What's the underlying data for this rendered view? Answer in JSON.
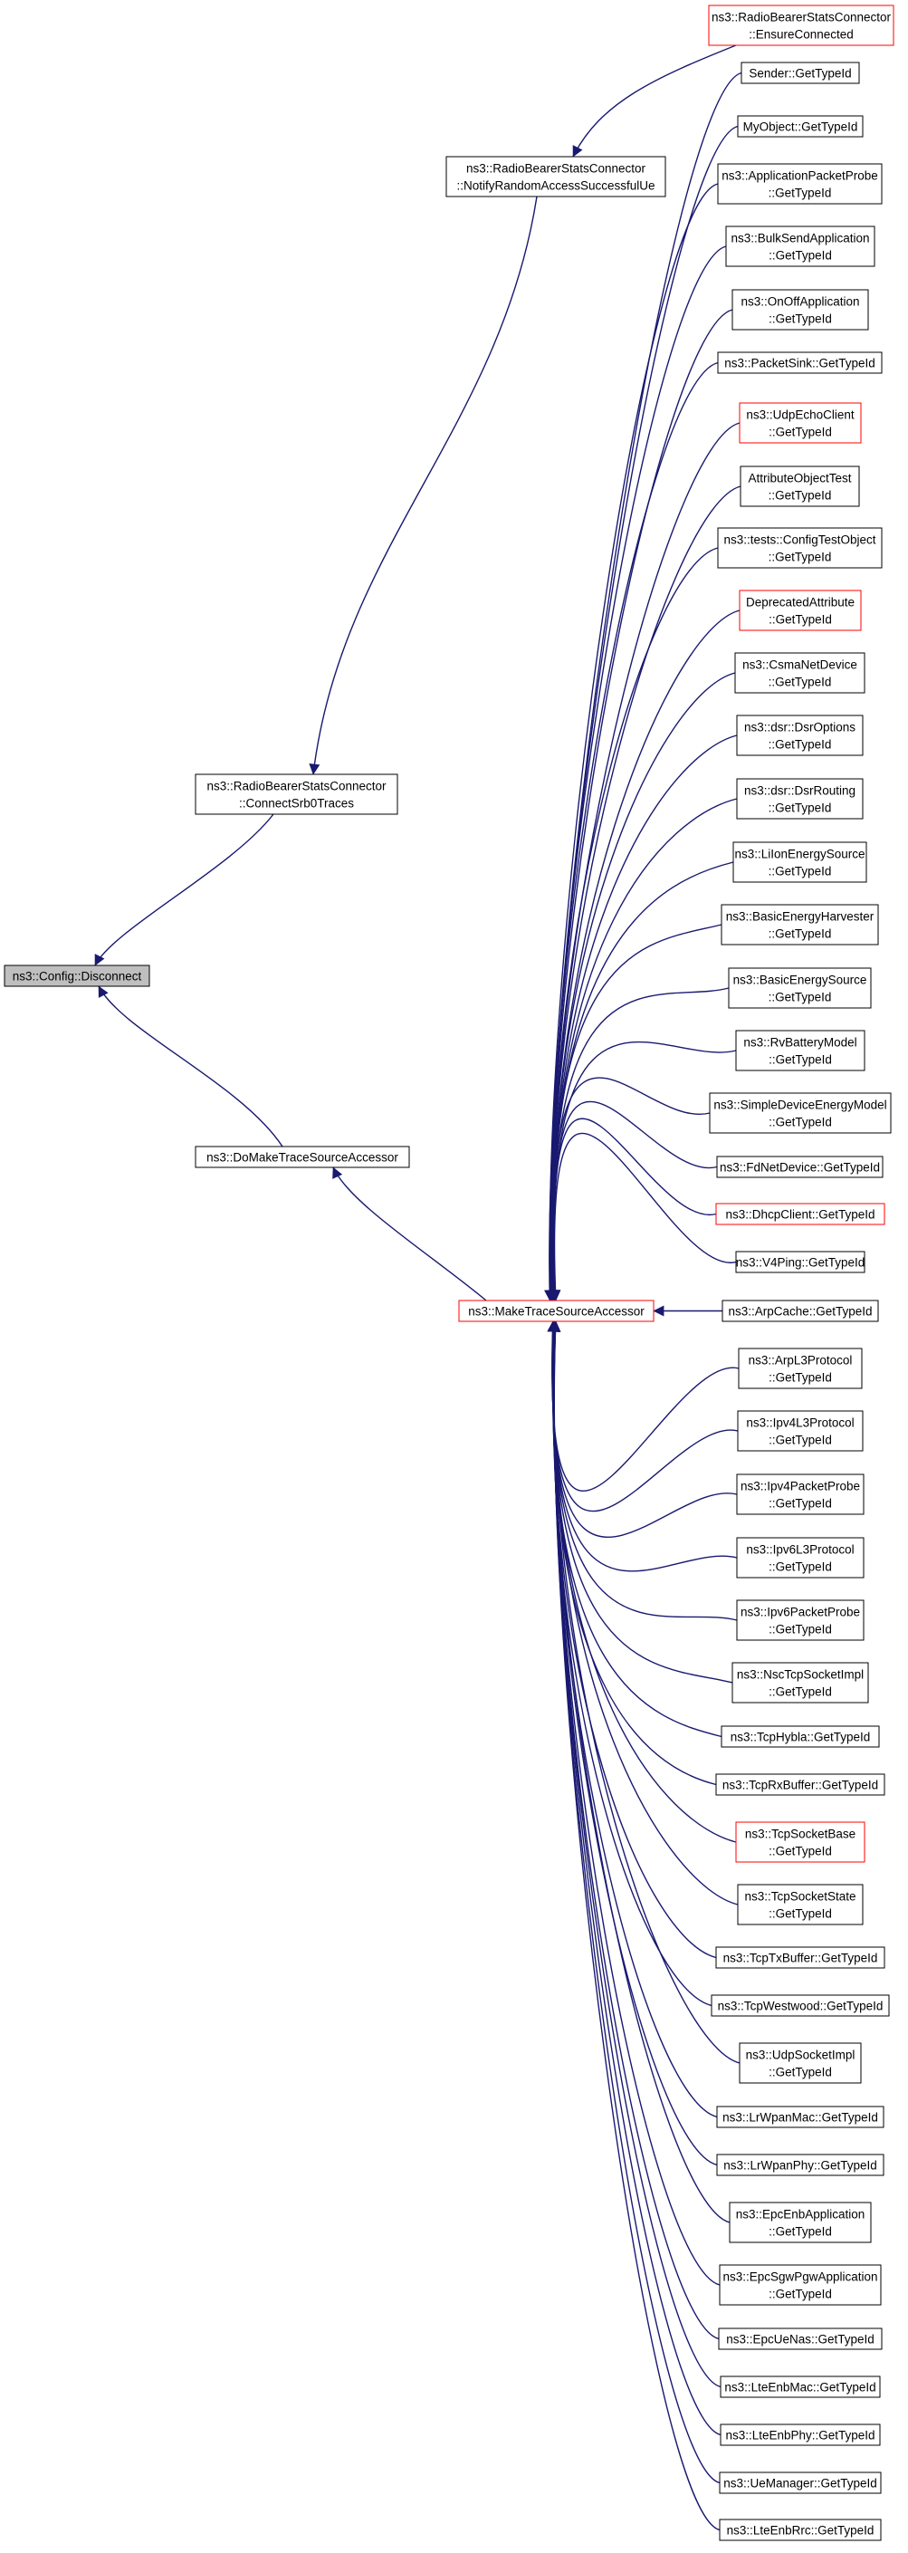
{
  "graph": {
    "colors": {
      "edge": "#191970",
      "node_border": "#000000",
      "node_border_missing": "#ff0000",
      "focus_fill": "#bfbfbf",
      "node_fill": "#ffffff"
    },
    "nodes": [
      {
        "id": "disconnect",
        "lines": [
          "ns3::Config::Disconnect"
        ],
        "style": "focus"
      },
      {
        "id": "connectsrb0",
        "lines": [
          "ns3::RadioBearerStatsConnector",
          "::ConnectSrb0Traces"
        ],
        "style": "normal"
      },
      {
        "id": "domaketrace",
        "lines": [
          "ns3::DoMakeTraceSourceAccessor"
        ],
        "style": "normal"
      },
      {
        "id": "notifyrandom",
        "lines": [
          "ns3::RadioBearerStatsConnector",
          "::NotifyRandomAccessSuccessfulUe"
        ],
        "style": "normal"
      },
      {
        "id": "ensureconnected",
        "lines": [
          "ns3::RadioBearerStatsConnector",
          "::EnsureConnected"
        ],
        "style": "missing"
      },
      {
        "id": "maketrace",
        "lines": [
          "ns3::MakeTraceSourceAccessor"
        ],
        "style": "missing"
      },
      {
        "id": "c01",
        "lines": [
          "Sender::GetTypeId"
        ],
        "style": "normal"
      },
      {
        "id": "c02",
        "lines": [
          "MyObject::GetTypeId"
        ],
        "style": "normal"
      },
      {
        "id": "c03",
        "lines": [
          "ns3::ApplicationPacketProbe",
          "::GetTypeId"
        ],
        "style": "normal"
      },
      {
        "id": "c04",
        "lines": [
          "ns3::BulkSendApplication",
          "::GetTypeId"
        ],
        "style": "normal"
      },
      {
        "id": "c05",
        "lines": [
          "ns3::OnOffApplication",
          "::GetTypeId"
        ],
        "style": "normal"
      },
      {
        "id": "c06",
        "lines": [
          "ns3::PacketSink::GetTypeId"
        ],
        "style": "normal"
      },
      {
        "id": "c07",
        "lines": [
          "ns3::UdpEchoClient",
          "::GetTypeId"
        ],
        "style": "missing"
      },
      {
        "id": "c08",
        "lines": [
          "AttributeObjectTest",
          "::GetTypeId"
        ],
        "style": "normal"
      },
      {
        "id": "c09",
        "lines": [
          "ns3::tests::ConfigTestObject",
          "::GetTypeId"
        ],
        "style": "normal"
      },
      {
        "id": "c10",
        "lines": [
          "DeprecatedAttribute",
          "::GetTypeId"
        ],
        "style": "missing"
      },
      {
        "id": "c11",
        "lines": [
          "ns3::CsmaNetDevice",
          "::GetTypeId"
        ],
        "style": "normal"
      },
      {
        "id": "c12",
        "lines": [
          "ns3::dsr::DsrOptions",
          "::GetTypeId"
        ],
        "style": "normal"
      },
      {
        "id": "c13",
        "lines": [
          "ns3::dsr::DsrRouting",
          "::GetTypeId"
        ],
        "style": "normal"
      },
      {
        "id": "c14",
        "lines": [
          "ns3::LiIonEnergySource",
          "::GetTypeId"
        ],
        "style": "normal"
      },
      {
        "id": "c15",
        "lines": [
          "ns3::BasicEnergyHarvester",
          "::GetTypeId"
        ],
        "style": "normal"
      },
      {
        "id": "c16",
        "lines": [
          "ns3::BasicEnergySource",
          "::GetTypeId"
        ],
        "style": "normal"
      },
      {
        "id": "c17",
        "lines": [
          "ns3::RvBatteryModel",
          "::GetTypeId"
        ],
        "style": "normal"
      },
      {
        "id": "c18",
        "lines": [
          "ns3::SimpleDeviceEnergyModel",
          "::GetTypeId"
        ],
        "style": "normal"
      },
      {
        "id": "c19",
        "lines": [
          "ns3::FdNetDevice::GetTypeId"
        ],
        "style": "normal"
      },
      {
        "id": "c20",
        "lines": [
          "ns3::DhcpClient::GetTypeId"
        ],
        "style": "missing"
      },
      {
        "id": "c21",
        "lines": [
          "ns3::V4Ping::GetTypeId"
        ],
        "style": "normal"
      },
      {
        "id": "c22",
        "lines": [
          "ns3::ArpCache::GetTypeId"
        ],
        "style": "normal"
      },
      {
        "id": "c23",
        "lines": [
          "ns3::ArpL3Protocol",
          "::GetTypeId"
        ],
        "style": "normal"
      },
      {
        "id": "c24",
        "lines": [
          "ns3::Ipv4L3Protocol",
          "::GetTypeId"
        ],
        "style": "normal"
      },
      {
        "id": "c25",
        "lines": [
          "ns3::Ipv4PacketProbe",
          "::GetTypeId"
        ],
        "style": "normal"
      },
      {
        "id": "c26",
        "lines": [
          "ns3::Ipv6L3Protocol",
          "::GetTypeId"
        ],
        "style": "normal"
      },
      {
        "id": "c27",
        "lines": [
          "ns3::Ipv6PacketProbe",
          "::GetTypeId"
        ],
        "style": "normal"
      },
      {
        "id": "c28",
        "lines": [
          "ns3::NscTcpSocketImpl",
          "::GetTypeId"
        ],
        "style": "normal"
      },
      {
        "id": "c29",
        "lines": [
          "ns3::TcpHybla::GetTypeId"
        ],
        "style": "normal"
      },
      {
        "id": "c30",
        "lines": [
          "ns3::TcpRxBuffer::GetTypeId"
        ],
        "style": "normal"
      },
      {
        "id": "c31",
        "lines": [
          "ns3::TcpSocketBase",
          "::GetTypeId"
        ],
        "style": "missing"
      },
      {
        "id": "c32",
        "lines": [
          "ns3::TcpSocketState",
          "::GetTypeId"
        ],
        "style": "normal"
      },
      {
        "id": "c33",
        "lines": [
          "ns3::TcpTxBuffer::GetTypeId"
        ],
        "style": "normal"
      },
      {
        "id": "c34",
        "lines": [
          "ns3::TcpWestwood::GetTypeId"
        ],
        "style": "normal"
      },
      {
        "id": "c35",
        "lines": [
          "ns3::UdpSocketImpl",
          "::GetTypeId"
        ],
        "style": "normal"
      },
      {
        "id": "c36",
        "lines": [
          "ns3::LrWpanMac::GetTypeId"
        ],
        "style": "normal"
      },
      {
        "id": "c37",
        "lines": [
          "ns3::LrWpanPhy::GetTypeId"
        ],
        "style": "normal"
      },
      {
        "id": "c38",
        "lines": [
          "ns3::EpcEnbApplication",
          "::GetTypeId"
        ],
        "style": "normal"
      },
      {
        "id": "c39",
        "lines": [
          "ns3::EpcSgwPgwApplication",
          "::GetTypeId"
        ],
        "style": "normal"
      },
      {
        "id": "c40",
        "lines": [
          "ns3::EpcUeNas::GetTypeId"
        ],
        "style": "normal"
      },
      {
        "id": "c41",
        "lines": [
          "ns3::LteEnbMac::GetTypeId"
        ],
        "style": "normal"
      },
      {
        "id": "c42",
        "lines": [
          "ns3::LteEnbPhy::GetTypeId"
        ],
        "style": "normal"
      },
      {
        "id": "c43",
        "lines": [
          "ns3::UeManager::GetTypeId"
        ],
        "style": "normal"
      },
      {
        "id": "c44",
        "lines": [
          "ns3::LteEnbRrc::GetTypeId"
        ],
        "style": "normal"
      }
    ]
  }
}
